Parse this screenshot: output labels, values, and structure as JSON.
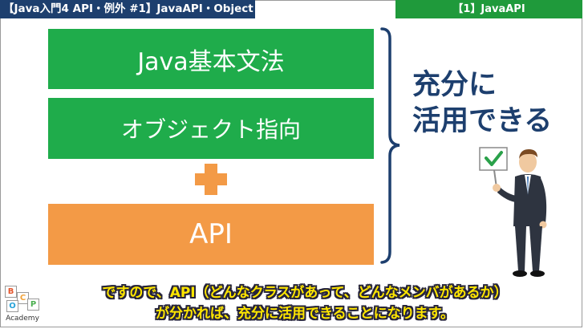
{
  "header": {
    "title": "【Java入門4 API・例外 #1】JavaAPI・Object",
    "section": "【1】JavaAPI"
  },
  "boxes": {
    "basic": "Java基本文法",
    "oop": "オブジェクト指向",
    "api": "API"
  },
  "conclusion": {
    "line1": "充分に",
    "line2": "活用できる"
  },
  "caption": {
    "line1": "ですので、API（どんなクラスがあって、どんなメンバがあるか）",
    "line2": "が分かれば、充分に活用できることになります。"
  },
  "logo": {
    "letters": [
      "B",
      "C",
      "O",
      "P"
    ],
    "name": "Academy"
  },
  "colors": {
    "navy": "#1d3f6e",
    "green": "#1fac4b",
    "orange": "#f39a46",
    "caption": "#ffe600"
  },
  "icons": {
    "check": "check-mark-icon",
    "plus": "plus-icon"
  }
}
